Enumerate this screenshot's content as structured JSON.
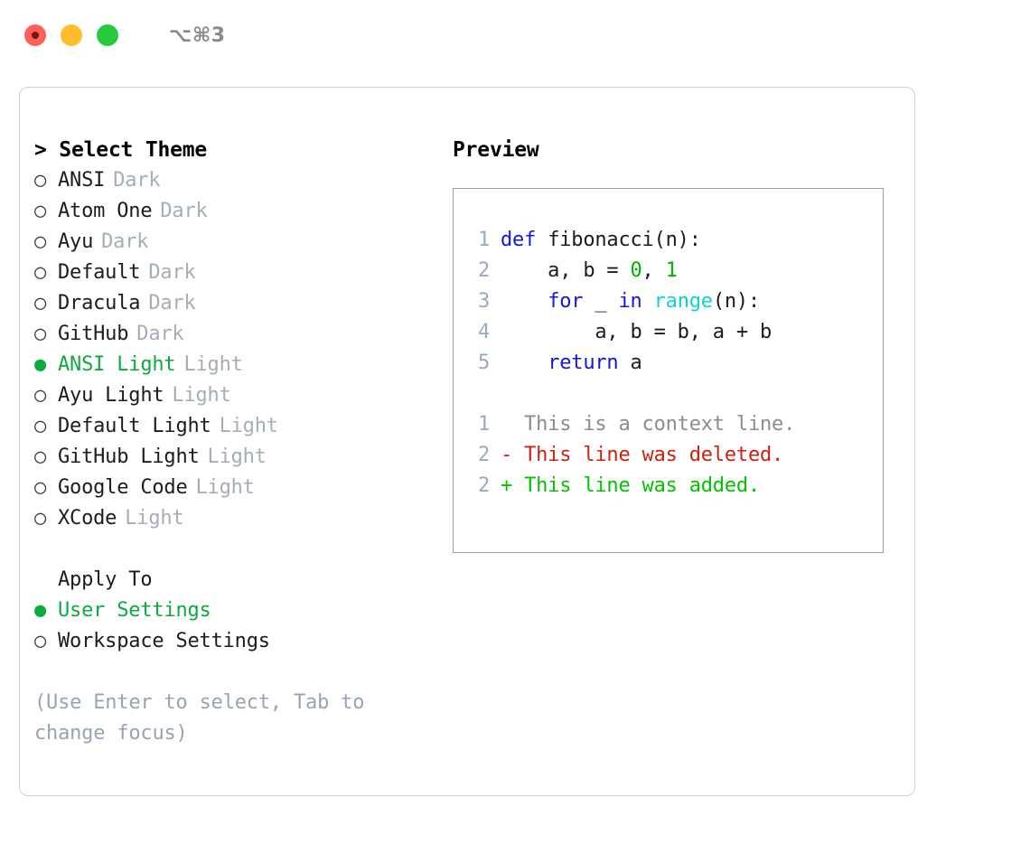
{
  "titlebar": {
    "shortcut": "⌥⌘3",
    "buttons": [
      {
        "name": "close",
        "color": "#ff6159"
      },
      {
        "name": "minimize",
        "color": "#ffbd2e"
      },
      {
        "name": "maximize",
        "color": "#28c93f"
      }
    ]
  },
  "colors": {
    "accent_green": "#0cab3f",
    "muted": "#a6adba",
    "hint": "#9aa3b2",
    "panel_border": "#ccd1da",
    "preview_border": "#93a0b1",
    "keyword_blue": "#1515e0",
    "function_cyan": "#0dd2d2",
    "number_green": "#00b300",
    "diff_delete_red": "#cc2211",
    "diff_add_green": "#00c400",
    "lineno_gray": "#9aa9bb"
  },
  "theme_list": {
    "title": "> Select Theme",
    "bullet_unselected": "○",
    "bullet_selected": "●",
    "items": [
      {
        "label": "ANSI",
        "variant": "Dark",
        "selected": false
      },
      {
        "label": "Atom One",
        "variant": "Dark",
        "selected": false
      },
      {
        "label": "Ayu",
        "variant": "Dark",
        "selected": false
      },
      {
        "label": "Default",
        "variant": "Dark",
        "selected": false
      },
      {
        "label": "Dracula",
        "variant": "Dark",
        "selected": false
      },
      {
        "label": "GitHub",
        "variant": "Dark",
        "selected": false
      },
      {
        "label": "ANSI Light",
        "variant": "Light",
        "selected": true
      },
      {
        "label": "Ayu Light",
        "variant": "Light",
        "selected": false
      },
      {
        "label": "Default Light",
        "variant": "Light",
        "selected": false
      },
      {
        "label": "GitHub Light",
        "variant": "Light",
        "selected": false
      },
      {
        "label": "Google Code",
        "variant": "Light",
        "selected": false
      },
      {
        "label": "XCode",
        "variant": "Light",
        "selected": false
      }
    ]
  },
  "apply_to": {
    "title": "Apply To",
    "items": [
      {
        "label": "User Settings",
        "selected": true
      },
      {
        "label": "Workspace Settings",
        "selected": false
      }
    ]
  },
  "hint": "(Use Enter to select, Tab to change focus)",
  "preview": {
    "title": "Preview",
    "code_lines": [
      {
        "no": "1",
        "tokens": [
          {
            "t": "def ",
            "c": "kw"
          },
          {
            "t": "fibonacci(n):",
            "c": "pl"
          }
        ]
      },
      {
        "no": "2",
        "tokens": [
          {
            "t": "    a, b = ",
            "c": "pl"
          },
          {
            "t": "0",
            "c": "num"
          },
          {
            "t": ", ",
            "c": "pl"
          },
          {
            "t": "1",
            "c": "num"
          }
        ]
      },
      {
        "no": "3",
        "tokens": [
          {
            "t": "    ",
            "c": "pl"
          },
          {
            "t": "for",
            "c": "kw"
          },
          {
            "t": " _ ",
            "c": "pl"
          },
          {
            "t": "in",
            "c": "kw"
          },
          {
            "t": " ",
            "c": "pl"
          },
          {
            "t": "range",
            "c": "fn"
          },
          {
            "t": "(n):",
            "c": "pl"
          }
        ]
      },
      {
        "no": "4",
        "tokens": [
          {
            "t": "        a, b = b, a + b",
            "c": "pl"
          }
        ]
      },
      {
        "no": "5",
        "tokens": [
          {
            "t": "    ",
            "c": "pl"
          },
          {
            "t": "return",
            "c": "kw"
          },
          {
            "t": " a",
            "c": "pl"
          }
        ]
      }
    ],
    "diff_lines": [
      {
        "no": "1",
        "marker": "  ",
        "text": "This is a context line.",
        "c": "ctx"
      },
      {
        "no": "2",
        "marker": "- ",
        "text": "This line was deleted.",
        "c": "del"
      },
      {
        "no": "2",
        "marker": "+ ",
        "text": "This line was added.",
        "c": "add"
      }
    ]
  }
}
